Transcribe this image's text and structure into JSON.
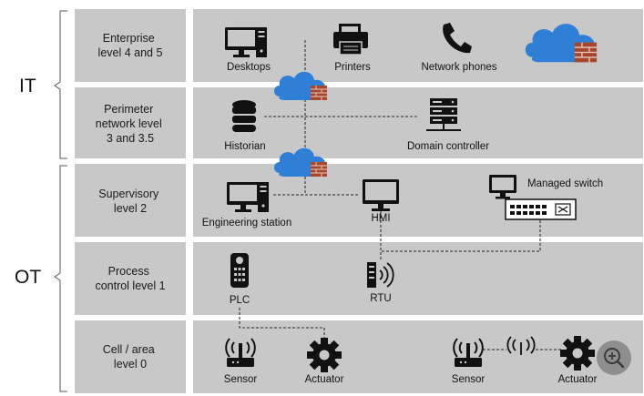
{
  "groups": {
    "it": "IT",
    "ot": "OT"
  },
  "levels": {
    "enterprise": [
      "Enterprise",
      "level 4 and 5"
    ],
    "perimeter": [
      "Perimeter",
      "network level",
      "3 and 3.5"
    ],
    "supervisory": [
      "Supervisory",
      "level 2"
    ],
    "process": [
      "Process",
      "control level 1"
    ],
    "cell": [
      "Cell / area",
      "level 0"
    ]
  },
  "nodes": {
    "desktops": "Desktops",
    "printers": "Printers",
    "network_phones": "Network phones",
    "historian": "Historian",
    "domain_controller": "Domain controller",
    "engineering_station": "Engineering station",
    "hmi": "HMI",
    "managed_switch": "Managed switch",
    "plc": "PLC",
    "rtu": "RTU",
    "sensor_left": "Sensor",
    "actuator_left": "Actuator",
    "sensor_right": "Sensor",
    "actuator_right": "Actuator"
  },
  "colors": {
    "panel": "#c8c8c8",
    "cloud": "#2f7fd6",
    "firewall": "#a8462c",
    "icon": "#111111",
    "zoom_button": "#8e8e8e"
  },
  "icons": {
    "firewall_cloud": "cloud-firewall-icon",
    "zoom": "zoom-in-icon"
  }
}
